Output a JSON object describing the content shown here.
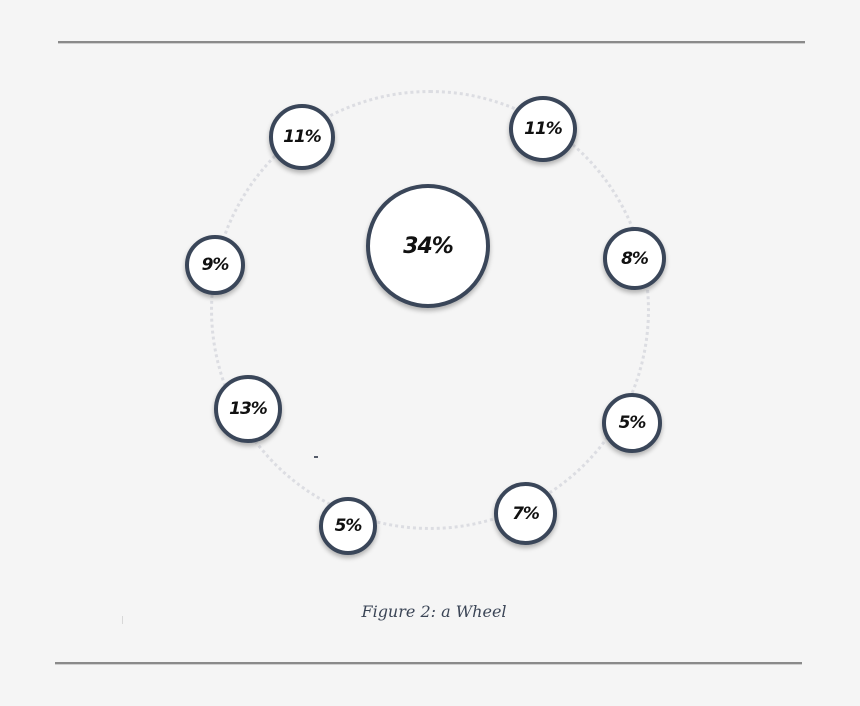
{
  "figure": {
    "caption": "Figure 2: a Wheel",
    "colors": {
      "background": "#f5f5f5",
      "node_border": "#3a4659",
      "node_fill": "#ffffff",
      "ring": "#dcdde2",
      "rule": "#8a8a8a",
      "caption": "#3b4556"
    },
    "center": {
      "label": "34%"
    },
    "nodes": [
      {
        "label": "11%",
        "position": "top-left"
      },
      {
        "label": "11%",
        "position": "top-right"
      },
      {
        "label": "9%",
        "position": "left-upper"
      },
      {
        "label": "8%",
        "position": "right-upper"
      },
      {
        "label": "13%",
        "position": "left-lower"
      },
      {
        "label": "5%",
        "position": "right-lower"
      },
      {
        "label": "5%",
        "position": "bottom-left"
      },
      {
        "label": "7%",
        "position": "bottom-right"
      }
    ]
  }
}
